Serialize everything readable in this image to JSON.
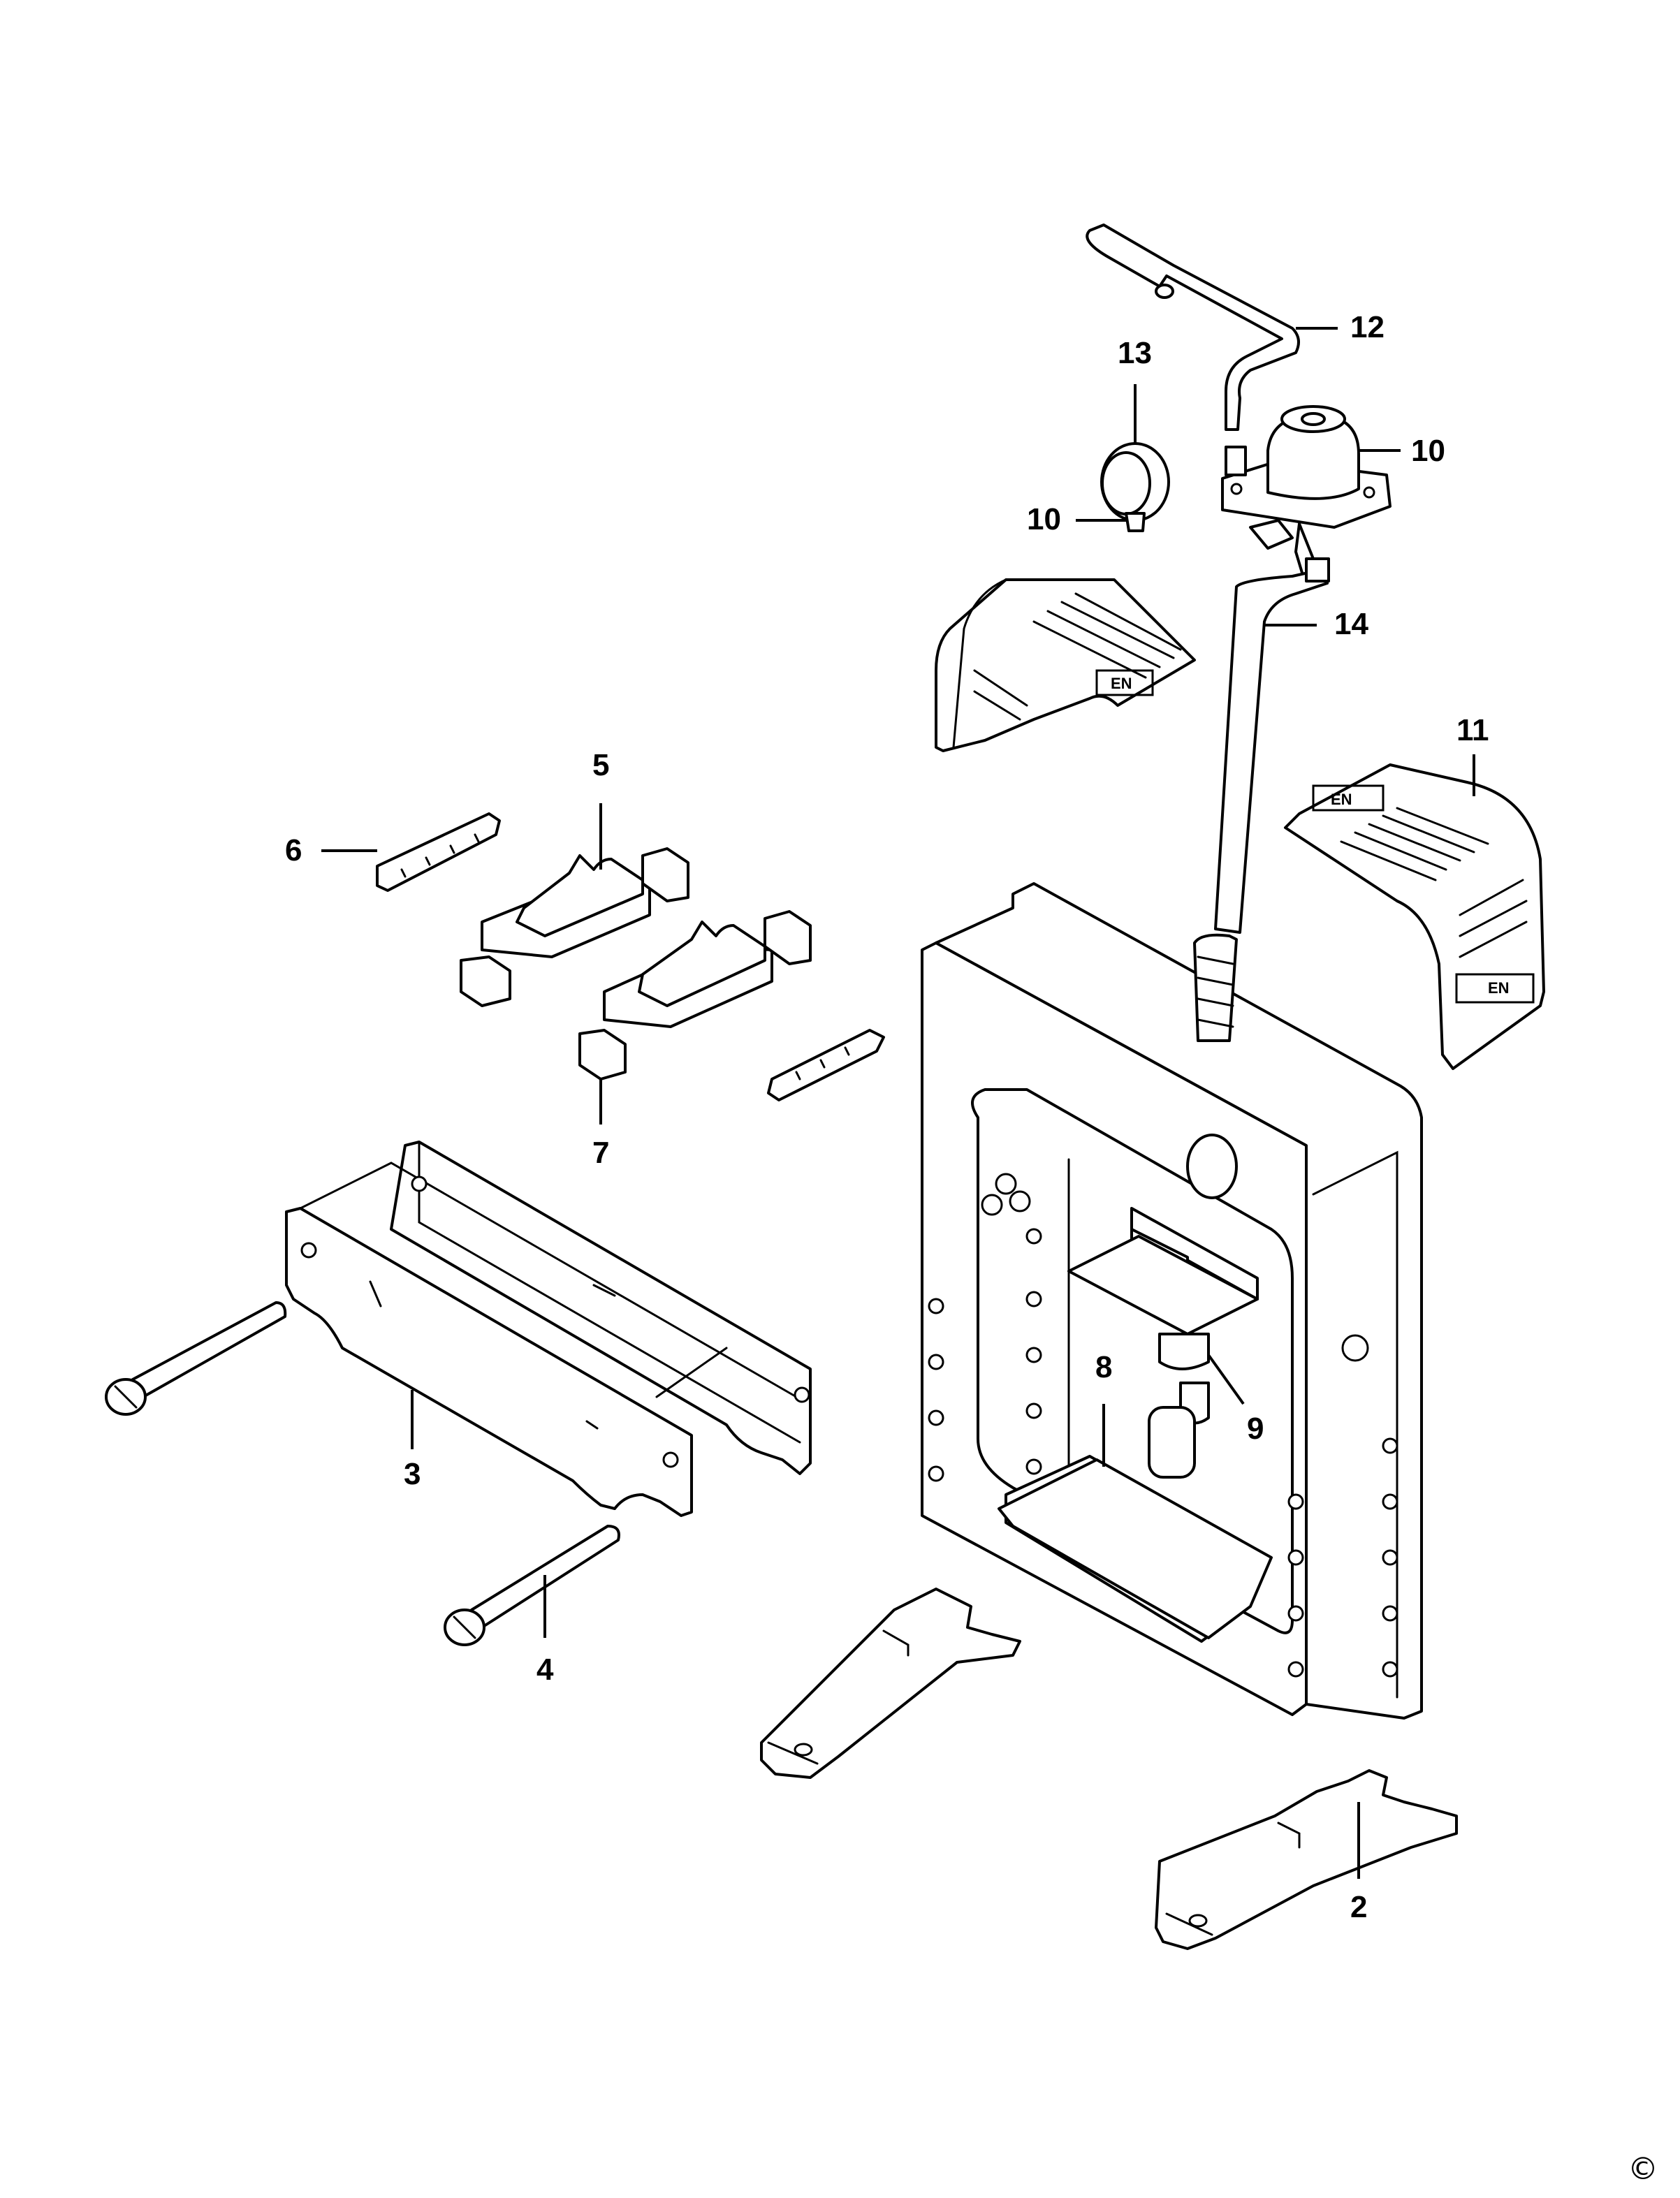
{
  "diagram": {
    "callouts": [
      {
        "key": "c2",
        "label": "2"
      },
      {
        "key": "c3",
        "label": "3"
      },
      {
        "key": "c4",
        "label": "4"
      },
      {
        "key": "c5",
        "label": "5"
      },
      {
        "key": "c6",
        "label": "6"
      },
      {
        "key": "c7",
        "label": "7"
      },
      {
        "key": "c8",
        "label": "8"
      },
      {
        "key": "c9",
        "label": "9"
      },
      {
        "key": "c10a",
        "label": "10"
      },
      {
        "key": "c10b",
        "label": "10"
      },
      {
        "key": "c11",
        "label": "11"
      },
      {
        "key": "c12",
        "label": "12"
      },
      {
        "key": "c13",
        "label": "13"
      },
      {
        "key": "c14",
        "label": "14"
      }
    ],
    "labels": {
      "c2": "2",
      "c3": "3",
      "c4": "4",
      "c5": "5",
      "c6": "6",
      "c7": "7",
      "c8": "8",
      "c9": "9",
      "c10a": "10",
      "c10b": "10",
      "c11": "11",
      "c12": "12",
      "c13": "13",
      "c14": "14"
    },
    "decal_text": "EN",
    "copyright_symbol": "©"
  }
}
